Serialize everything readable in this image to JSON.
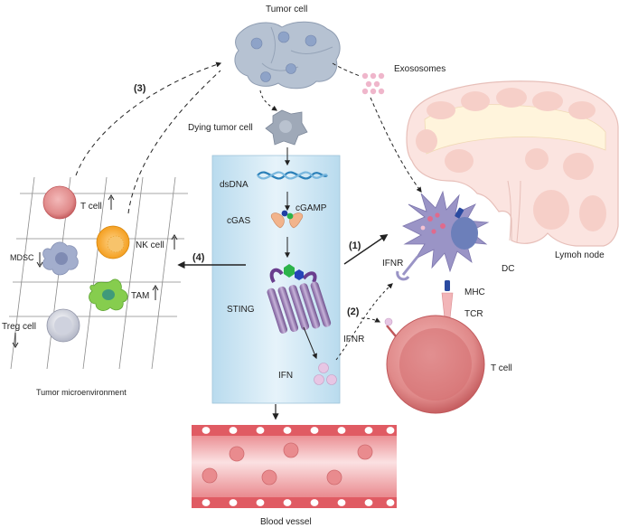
{
  "labels": {
    "tumor_cell": "Tumor cell",
    "exosomes": "Exososomes",
    "dying_tumor_cell": "Dying tumor cell",
    "dsdna": "dsDNA",
    "cgamp": "cGAMP",
    "cgas": "cGAS",
    "sting": "STING",
    "ifn": "IFN",
    "lymph_node": "Lymoh node",
    "dc": "DC",
    "ifnr_dc": "IFNR",
    "ifnr_tcell": "IFNR",
    "mhc": "MHC",
    "tcr": "TCR",
    "t_cell": "T cell",
    "blood_vessel": "Blood vessel",
    "tme": "Tumor microenvironment",
    "tme_t_cell": "T cell",
    "mdsc": "MDSC",
    "nk_cell": "NK cell",
    "tam": "TAM",
    "treg_cell": "Treg cell"
  },
  "steps": {
    "s1": "(1)",
    "s2": "(2)",
    "s3": "(3)",
    "s4": "(4)"
  },
  "colors": {
    "panel": "#cfe6f2",
    "tumor": "#b7c3d3",
    "dc": "#9b95c4",
    "t_cell": "#d9787a",
    "sting": "#8c6aa9",
    "nk": "#f6a623",
    "tam": "#7dc84a",
    "vessel": "#f2b5b8",
    "lymph": "#f6e0dc"
  }
}
